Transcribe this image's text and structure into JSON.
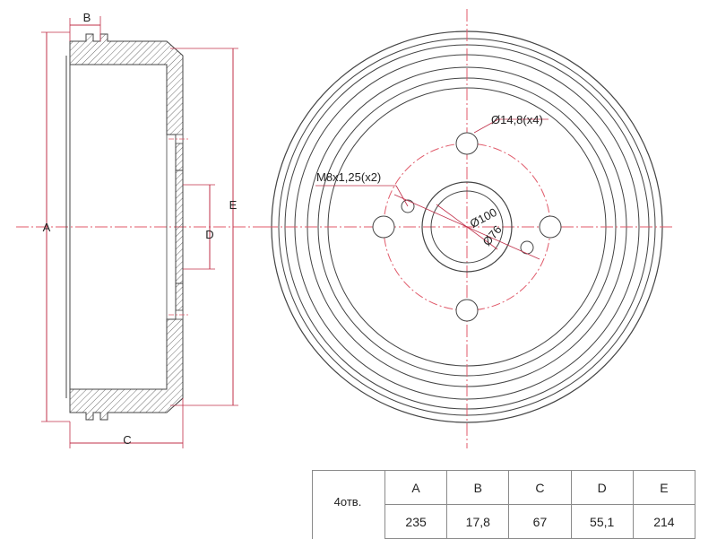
{
  "labels": {
    "A": "A",
    "B": "B",
    "C": "C",
    "D": "D",
    "E": "E",
    "bolt_holes": "Ø14,8(x4)",
    "thread": "M8x1,25(x2)",
    "pcd": "Ø100",
    "center_bore": "Ø76"
  },
  "colors": {
    "line": "#444444",
    "centerline": "#e05a6a",
    "dimension": "#c0304a",
    "hatch": "#6e6e6e"
  },
  "table": {
    "holes_label": "4отв.",
    "headers": [
      "A",
      "B",
      "C",
      "D",
      "E"
    ],
    "values": [
      "235",
      "17,8",
      "67",
      "55,1",
      "214"
    ]
  }
}
